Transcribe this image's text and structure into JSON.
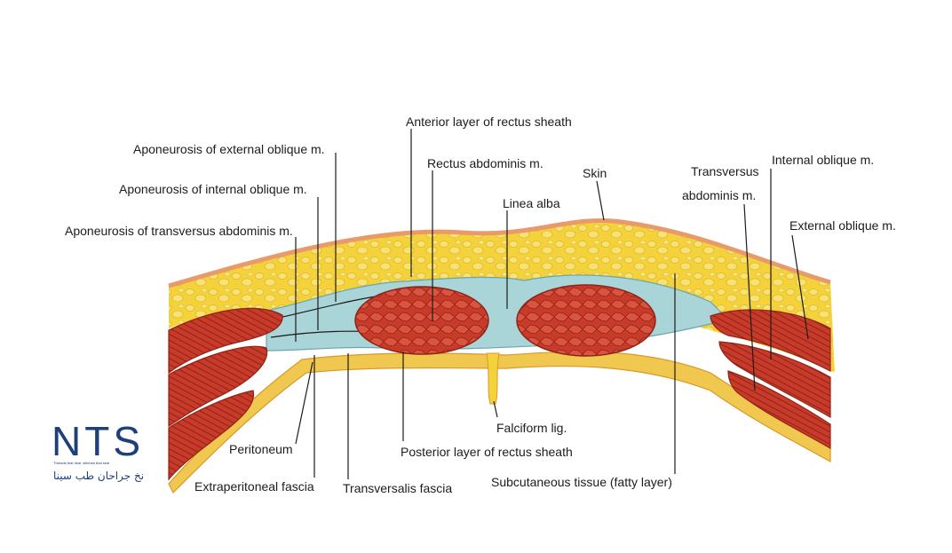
{
  "labels": {
    "anterior_layer": "Anterior layer of rectus sheath",
    "aponeurosis_external": "Aponeurosis of external oblique m.",
    "rectus_abdominis": "Rectus abdominis m.",
    "skin": "Skin",
    "transversus_line1": "Transversus",
    "transversus_line2": "abdominis m.",
    "internal_oblique": "Internal oblique m.",
    "aponeurosis_internal": "Aponeurosis of internal oblique m.",
    "linea_alba": "Linea alba",
    "external_oblique": "External oblique m.",
    "aponeurosis_transversus": "Aponeurosis of transversus abdominis m.",
    "peritoneum": "Peritoneum",
    "falciform": "Falciform lig.",
    "posterior_layer": "Posterior layer of rectus sheath",
    "extraperitoneal": "Extraperitoneal fascia",
    "transversalis": "Transversalis fascia",
    "subcutaneous": "Subcutaneous tissue (fatty layer)"
  },
  "logo": {
    "letters": "NTS",
    "tagline": "Threads that heal, stitches that seal",
    "persian": "نخ جراحان طب سینا"
  },
  "colors": {
    "fat": "#f4d23c",
    "skin": "#e89a6a",
    "fascia": "#a9d4d8",
    "muscle": "#c83a2a",
    "muscle_dark": "#8f2316",
    "peritoneum": "#f0c850",
    "logo": "#1d3f7a"
  }
}
